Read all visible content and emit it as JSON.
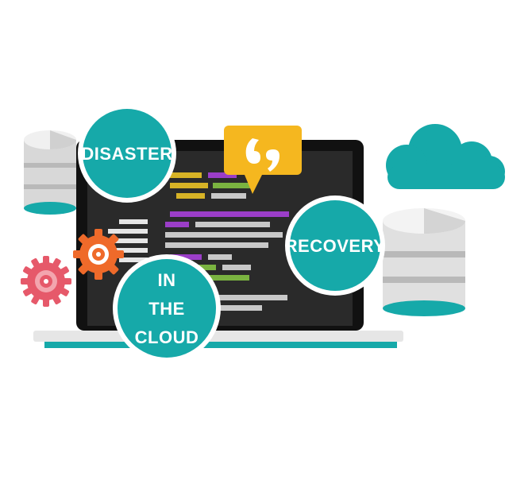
{
  "labels": {
    "disaster": "DISASTER",
    "recovery": "RECOVERY",
    "in": "IN",
    "the": "THE",
    "cloud": "CLOUD"
  },
  "icons": {
    "speech_bubble": "quote-speech-bubble-icon",
    "cloud": "cloud-icon",
    "database_left": "database-icon",
    "database_right": "database-icon",
    "gear_orange": "gear-icon",
    "gear_red": "gear-icon",
    "laptop": "laptop-icon"
  },
  "colors": {
    "teal": "#16a9a9",
    "teal_dark": "#0f8f92",
    "screen": "#2a2a2a",
    "bezel": "#111111",
    "yellow": "#f5b71f",
    "orange": "#ef6a2a",
    "red": "#e6596a",
    "gray_light": "#e6e6e6",
    "gray_mid": "#b9b9b9",
    "code_purple": "#9b3ec8",
    "code_green": "#7ab340",
    "code_yellow": "#d7b326",
    "code_gray": "#c8c8c8"
  }
}
